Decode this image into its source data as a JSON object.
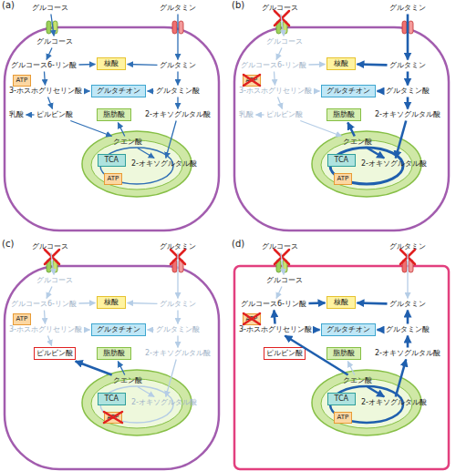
{
  "diagram": {
    "nodes": [
      {
        "text": [
          "(a)"
        ]
      },
      {
        "text": [
          "グルコース"
        ]
      },
      {
        "text": [
          "グルタミン"
        ]
      },
      {
        "text": [
          "グルコース"
        ],
        "in": 0
      },
      {
        "text": [
          "グルコース6-リン酸"
        ],
        "in": 0
      },
      {
        "text": [
          "核酸"
        ],
        "in": 0
      },
      {
        "text": [
          "グルタミン"
        ],
        "in": 0
      },
      {
        "text": [
          "ATP"
        ],
        "in": 0
      },
      {
        "text": [
          "3-ホスホグリセリン酸"
        ],
        "in": 0
      },
      {
        "text": [
          "グルタチオン"
        ],
        "in": 0
      },
      {
        "text": [
          "グルタミン酸"
        ],
        "in": 0
      },
      {
        "text": [
          "ピルビン酸"
        ],
        "in": 0
      },
      {
        "text": [
          "脂肪酸"
        ],
        "in": 0
      },
      {
        "text": [
          "2-オキソグルタル酸"
        ],
        "in": 0
      },
      {
        "text": [
          "クエン酸"
        ],
        "in": 0
      },
      {
        "text": [
          "TCA"
        ],
        "in": 0
      },
      {
        "text": [
          "ATP"
        ],
        "in": 0
      },
      {
        "text": [
          "2-オキソグルタル酸"
        ],
        "in": 0
      },
      {
        "text": [
          "乳酸"
        ],
        "in": 0
      },
      {
        "text": [
          "(b)"
        ]
      },
      {
        "text": [
          "グルコース"
        ]
      },
      {
        "text": [
          "グルタミン"
        ]
      },
      {
        "text": [
          "グルコース"
        ],
        "in": 19
      },
      {
        "text": [
          "グルコース6-リン酸"
        ],
        "in": 19
      },
      {
        "text": [
          "核酸"
        ],
        "in": 19
      },
      {
        "text": [
          "グルタミン"
        ],
        "in": 19
      },
      {
        "text": [
          "ATP"
        ],
        "in": 19
      },
      {
        "text": [
          "3-ホスホグリセリン酸"
        ],
        "in": 19
      },
      {
        "text": [
          "グルタチオン"
        ],
        "in": 19
      },
      {
        "text": [
          "グルタミン酸"
        ],
        "in": 19
      },
      {
        "text": [
          "ピルビン酸"
        ],
        "in": 19
      },
      {
        "text": [
          "脂肪酸"
        ],
        "in": 19
      },
      {
        "text": [
          "2-オキソグルタル酸"
        ],
        "in": 19
      },
      {
        "text": [
          "クエン酸"
        ],
        "in": 19
      },
      {
        "text": [
          "TCA"
        ],
        "in": 19
      },
      {
        "text": [
          "ATP"
        ],
        "in": 19
      },
      {
        "text": [
          "2-オキソグルタル酸"
        ],
        "in": 19
      },
      {
        "text": [
          "乳酸"
        ],
        "in": 19
      },
      {
        "text": [
          "(c)"
        ]
      },
      {
        "text": [
          "グルコース"
        ]
      },
      {
        "text": [
          "グルタミン"
        ]
      },
      {
        "text": [
          "グルコース"
        ],
        "in": 38
      },
      {
        "text": [
          "グルコース6-リン酸"
        ],
        "in": 38
      },
      {
        "text": [
          "核酸"
        ],
        "in": 38
      },
      {
        "text": [
          "グルタミン"
        ],
        "in": 38
      },
      {
        "text": [
          "ATP"
        ],
        "in": 38
      },
      {
        "text": [
          "3-ホスホグリセリン酸"
        ],
        "in": 38
      },
      {
        "text": [
          "グルタチオン"
        ],
        "in": 38
      },
      {
        "text": [
          "グルタミン酸"
        ],
        "in": 38
      },
      {
        "text": [
          "ピルビン酸"
        ],
        "in": 38
      },
      {
        "text": [
          "脂肪酸"
        ],
        "in": 38
      },
      {
        "text": [
          "2-オキソグルタル酸"
        ],
        "in": 38
      },
      {
        "text": [
          "クエン酸"
        ],
        "in": 38
      },
      {
        "text": [
          "TCA"
        ],
        "in": 38
      },
      {
        "text": [
          "ATP"
        ],
        "in": 38
      },
      {
        "text": [
          "2-オキソグルタル酸"
        ],
        "in": 38
      },
      {
        "text": [
          "(d)"
        ]
      },
      {
        "text": [
          "グルコース"
        ]
      },
      {
        "text": [
          "グルタミン"
        ]
      },
      {
        "text": [
          "グルコース"
        ],
        "in": 56
      },
      {
        "text": [
          "グルコース6-リン酸"
        ],
        "in": 56
      },
      {
        "text": [
          "核酸"
        ],
        "in": 56
      },
      {
        "text": [
          "グルタミン"
        ],
        "in": 56
      },
      {
        "text": [
          "ATP"
        ],
        "in": 56
      },
      {
        "text": [
          "3-ホスホグリセリン酸"
        ],
        "in": 56
      },
      {
        "text": [
          "グルタチオン"
        ],
        "in": 56
      },
      {
        "text": [
          "グルタミン酸"
        ],
        "in": 56
      },
      {
        "text": [
          "ピルビン酸"
        ],
        "in": 56
      },
      {
        "text": [
          "脂肪酸"
        ],
        "in": 56
      },
      {
        "text": [
          "2-オキソグルタル酸"
        ],
        "in": 56
      },
      {
        "text": [
          "クエン酸"
        ],
        "in": 56
      },
      {
        "text": [
          "TCA"
        ],
        "in": 56
      },
      {
        "text": [
          "ATP"
        ],
        "in": 56
      },
      {
        "text": [
          "2-オキソグルタル酸"
        ],
        "in": 56
      }
    ],
    "edges": [
      {
        "from": 1,
        "to": 3,
        "arrow": "to"
      },
      {
        "from": 2,
        "to": 6,
        "arrow": "to"
      },
      {
        "from": 3,
        "to": 4,
        "arrow": "to"
      },
      {
        "from": 4,
        "to": 5,
        "arrow": "to"
      },
      {
        "from": 4,
        "to": 8,
        "arrow": "to"
      },
      {
        "from": 8,
        "to": 9,
        "arrow": "to"
      },
      {
        "from": 8,
        "to": 11,
        "arrow": "to"
      },
      {
        "from": 11,
        "to": 18,
        "arrow": "to"
      },
      {
        "from": 11,
        "to": 14,
        "arrow": "to"
      },
      {
        "from": 14,
        "to": 12,
        "arrow": "to"
      },
      {
        "from": 6,
        "to": 5,
        "arrow": "to"
      },
      {
        "from": 6,
        "to": 10,
        "arrow": "to"
      },
      {
        "from": 10,
        "to": 9,
        "arrow": "to"
      },
      {
        "from": 10,
        "to": 13,
        "arrow": "to"
      },
      {
        "from": 13,
        "to": 17,
        "arrow": "to"
      },
      {
        "from": 14,
        "to": 17,
        "arrow": "to"
      },
      {
        "from": 20,
        "to": 22,
        "arrow": "to"
      },
      {
        "from": 21,
        "to": 25,
        "arrow": "to"
      },
      {
        "from": 22,
        "to": 23,
        "arrow": "to"
      },
      {
        "from": 23,
        "to": 24,
        "arrow": "to"
      },
      {
        "from": 23,
        "to": 27,
        "arrow": "to"
      },
      {
        "from": 27,
        "to": 28,
        "arrow": "to"
      },
      {
        "from": 27,
        "to": 30,
        "arrow": "to"
      },
      {
        "from": 30,
        "to": 37,
        "arrow": "to"
      },
      {
        "from": 30,
        "to": 33,
        "arrow": "to"
      },
      {
        "from": 33,
        "to": 31,
        "arrow": "to"
      },
      {
        "from": 25,
        "to": 24,
        "arrow": "to"
      },
      {
        "from": 25,
        "to": 29,
        "arrow": "to"
      },
      {
        "from": 29,
        "to": 28,
        "arrow": "to"
      },
      {
        "from": 29,
        "to": 32,
        "arrow": "to"
      },
      {
        "from": 32,
        "to": 36,
        "arrow": "to"
      },
      {
        "from": 33,
        "to": 36,
        "arrow": "to"
      },
      {
        "from": 39,
        "to": 41,
        "arrow": "to"
      },
      {
        "from": 40,
        "to": 44,
        "arrow": "to"
      },
      {
        "from": 41,
        "to": 42,
        "arrow": "to"
      },
      {
        "from": 42,
        "to": 43,
        "arrow": "to"
      },
      {
        "from": 42,
        "to": 46,
        "arrow": "to"
      },
      {
        "from": 46,
        "to": 47,
        "arrow": "to"
      },
      {
        "from": 46,
        "to": 49,
        "arrow": "to"
      },
      {
        "from": 44,
        "to": 43,
        "arrow": "to"
      },
      {
        "from": 44,
        "to": 48,
        "arrow": "to"
      },
      {
        "from": 48,
        "to": 47,
        "arrow": "to"
      },
      {
        "from": 48,
        "to": 51,
        "arrow": "to"
      },
      {
        "from": 51,
        "to": 55,
        "arrow": "to"
      },
      {
        "from": 52,
        "to": 50,
        "arrow": "to"
      },
      {
        "from": 52,
        "to": 49,
        "arrow": "to"
      },
      {
        "from": 52,
        "to": 55,
        "arrow": "to"
      },
      {
        "from": 57,
        "to": 59,
        "arrow": "to"
      },
      {
        "from": 58,
        "to": 62,
        "arrow": "to"
      },
      {
        "from": 59,
        "to": 60,
        "arrow": "to"
      },
      {
        "from": 64,
        "to": 60,
        "arrow": "to"
      },
      {
        "from": 60,
        "to": 61,
        "arrow": "to"
      },
      {
        "from": 64,
        "to": 65,
        "arrow": "to"
      },
      {
        "from": 70,
        "to": 64,
        "arrow": "to"
      },
      {
        "from": 66,
        "to": 62,
        "arrow": "to"
      },
      {
        "from": 62,
        "to": 61,
        "arrow": "to"
      },
      {
        "from": 66,
        "to": 65,
        "arrow": "to"
      },
      {
        "from": 69,
        "to": 66,
        "arrow": "to"
      },
      {
        "from": 73,
        "to": 69,
        "arrow": "to"
      },
      {
        "from": 70,
        "to": 73,
        "arrow": "to"
      },
      {
        "from": 70,
        "to": 68,
        "arrow": "to"
      }
    ]
  }
}
